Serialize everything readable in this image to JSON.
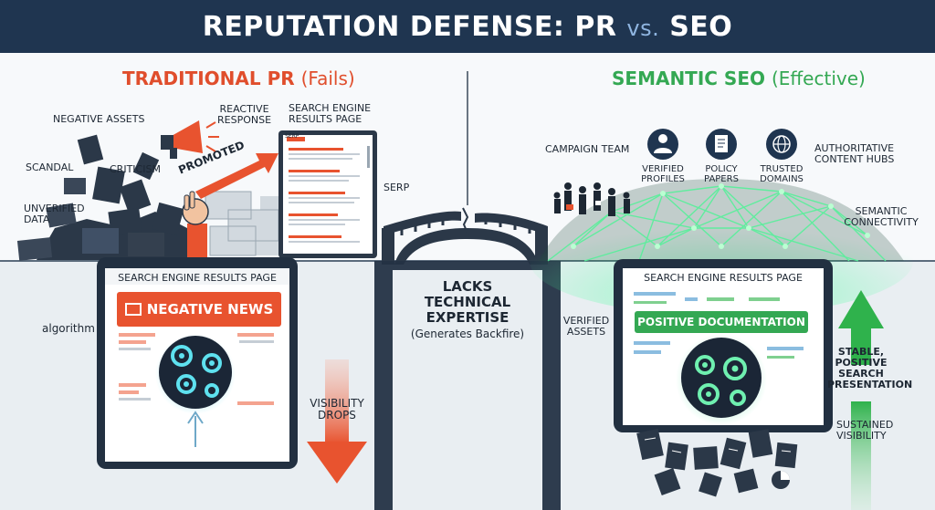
{
  "title": {
    "main": "REPUTATION DEFENSE: PR",
    "vs": "vs.",
    "end": "SEO"
  },
  "left": {
    "heading": "TRADITIONAL PR",
    "heading_sub": "(Fails)",
    "negative_assets": "NEGATIVE ASSETS",
    "scandal": "SCANDAL",
    "criticism": "CRITICISM",
    "unverified": "UNVERIFIED",
    "data": "DATA",
    "reactive_1": "REACTIVE",
    "reactive_2": "RESPONSE",
    "promoted": "PROMOTED",
    "serp_top_1": "SEARCH ENGINE",
    "serp_top_2": "RESULTS PAGE",
    "serp_tab": "SERP",
    "serp": "SERP",
    "panel_title": "SEARCH ENGINE RESULTS PAGE",
    "negative_news": "NEGATIVE NEWS",
    "algorithm": "algorithm",
    "visibility_1": "VISIBILITY",
    "visibility_2": "DROPS"
  },
  "middle": {
    "line1": "LACKS",
    "line2": "TECHNICAL",
    "line3": "EXPERTISE",
    "line4": "(Generates Backfire)"
  },
  "right": {
    "heading": "SEMANTIC SEO",
    "heading_sub": "(Effective)",
    "campaign_team": "CAMPAIGN TEAM",
    "verified_1": "VERIFIED",
    "verified_2": "PROFILES",
    "policy_1": "POLICY",
    "policy_2": "PAPERS",
    "trusted_1": "TRUSTED",
    "trusted_2": "DOMAINS",
    "hubs_1": "AUTHORITATIVE",
    "hubs_2": "CONTENT HUBS",
    "semantic_1": "SEMANTIC",
    "semantic_2": "CONNECTIVITY",
    "panel_title": "SEARCH ENGINE RESULTS PAGE",
    "positive_doc": "POSITIVE DOCUMENTATION",
    "verified_assets_1": "VERIFIED",
    "verified_assets_2": "ASSETS",
    "stable_1": "STABLE,",
    "stable_2": "POSITIVE",
    "stable_3": "SEARCH",
    "stable_4": "PRESENTATION",
    "sustained_1": "SUSTAINED",
    "sustained_2": "VISIBILITY"
  },
  "colors": {
    "title_bar": "#1f3550",
    "pr": "#e04e2c",
    "seo": "#34a853",
    "dark": "#1d2733",
    "ground": "#e9eef2"
  },
  "icons": [
    "megaphone-icon",
    "hand-icon",
    "gear-icon",
    "person-icon",
    "document-icon",
    "globe-icon",
    "arrow-up-icon",
    "arrow-down-icon",
    "bridge-icon",
    "news-icon"
  ]
}
